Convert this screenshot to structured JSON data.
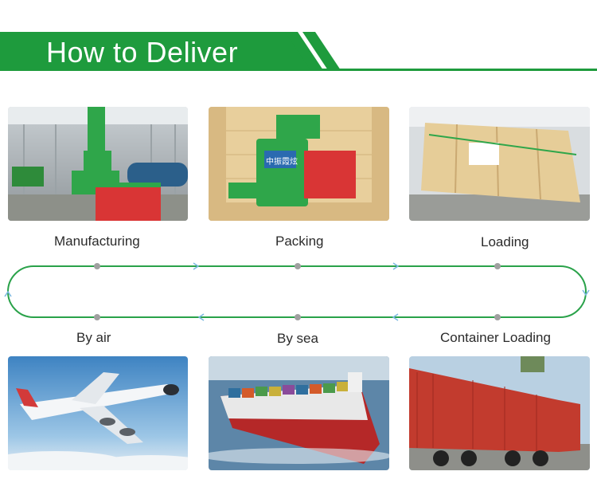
{
  "header": {
    "title": "How to Deliver"
  },
  "colors": {
    "brand_green": "#1e9b3d",
    "flow_line": "#2aa24a",
    "node": "#a0a0a0",
    "arrow": "#7ab8e0"
  },
  "steps_top": [
    {
      "label": "Manufacturing",
      "photo": "factory-machine-photo"
    },
    {
      "label": "Packing",
      "photo": "packing-machine-photo"
    },
    {
      "label": "Loading",
      "photo": "wooden-crate-photo"
    }
  ],
  "steps_bottom": [
    {
      "label": "By air",
      "photo": "airplane-photo"
    },
    {
      "label": "By sea",
      "photo": "cargo-ship-photo"
    },
    {
      "label": "Container Loading",
      "photo": "container-truck-photo"
    }
  ],
  "photo_text": {
    "chinese_brand": "中振霞炫"
  }
}
